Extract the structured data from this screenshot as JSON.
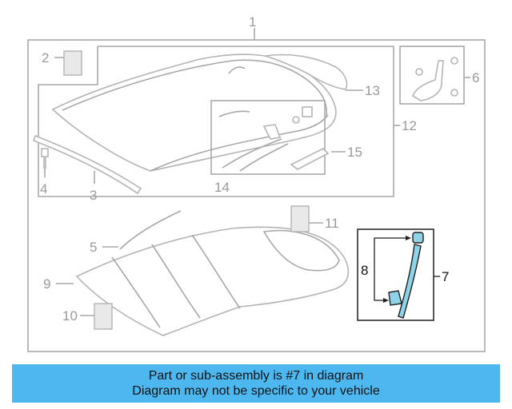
{
  "callouts": {
    "c1": "1",
    "c2": "2",
    "c3": "3",
    "c4": "4",
    "c5": "5",
    "c6": "6",
    "c7": "7",
    "c8": "8",
    "c9": "9",
    "c10": "10",
    "c11": "11",
    "c12": "12",
    "c13": "13",
    "c14": "14",
    "c15": "15"
  },
  "highlighted_part": "7",
  "colors": {
    "banner_bg": "#4db8f0",
    "highlight": "#8fd3e8",
    "line": "#a8a8a8"
  },
  "banner": {
    "line1": "Part or sub-assembly is #7 in diagram",
    "line2": "Diagram may not be specific to your vehicle"
  }
}
